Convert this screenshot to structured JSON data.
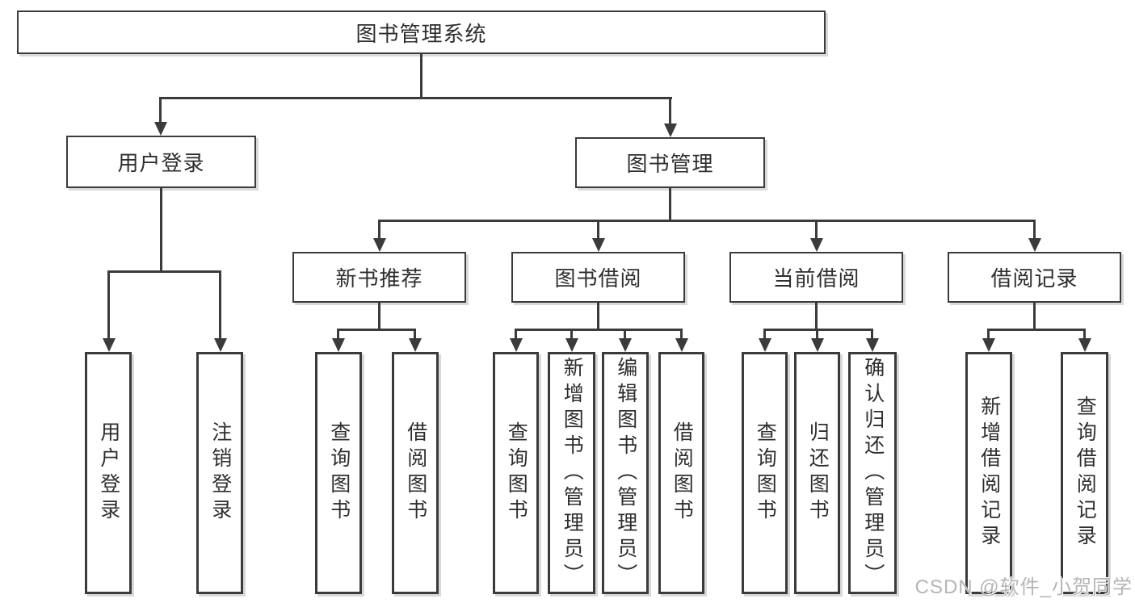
{
  "colors": {
    "line": "#3b3b3b",
    "text": "#2e2e2e",
    "background": "#ffffff",
    "watermark": "#b5b5b5"
  },
  "watermark": "CSDN @软件_小贺同学",
  "tree": {
    "root": "图书管理系统",
    "branches": [
      {
        "label": "用户登录",
        "children": [
          "用户登录",
          "注销登录"
        ]
      },
      {
        "label": "图书管理",
        "children": [
          {
            "label": "新书推荐",
            "children": [
              "查询图书",
              "借阅图书"
            ]
          },
          {
            "label": "图书借阅",
            "children": [
              "查询图书",
              "新增图书（管理员）",
              "编辑图书（管理员）",
              "借阅图书"
            ]
          },
          {
            "label": "当前借阅",
            "children": [
              "查询图书",
              "归还图书",
              "确认归还（管理员）"
            ]
          },
          {
            "label": "借阅记录",
            "children": [
              "新增借阅记录",
              "查询借阅记录"
            ]
          }
        ]
      }
    ]
  }
}
